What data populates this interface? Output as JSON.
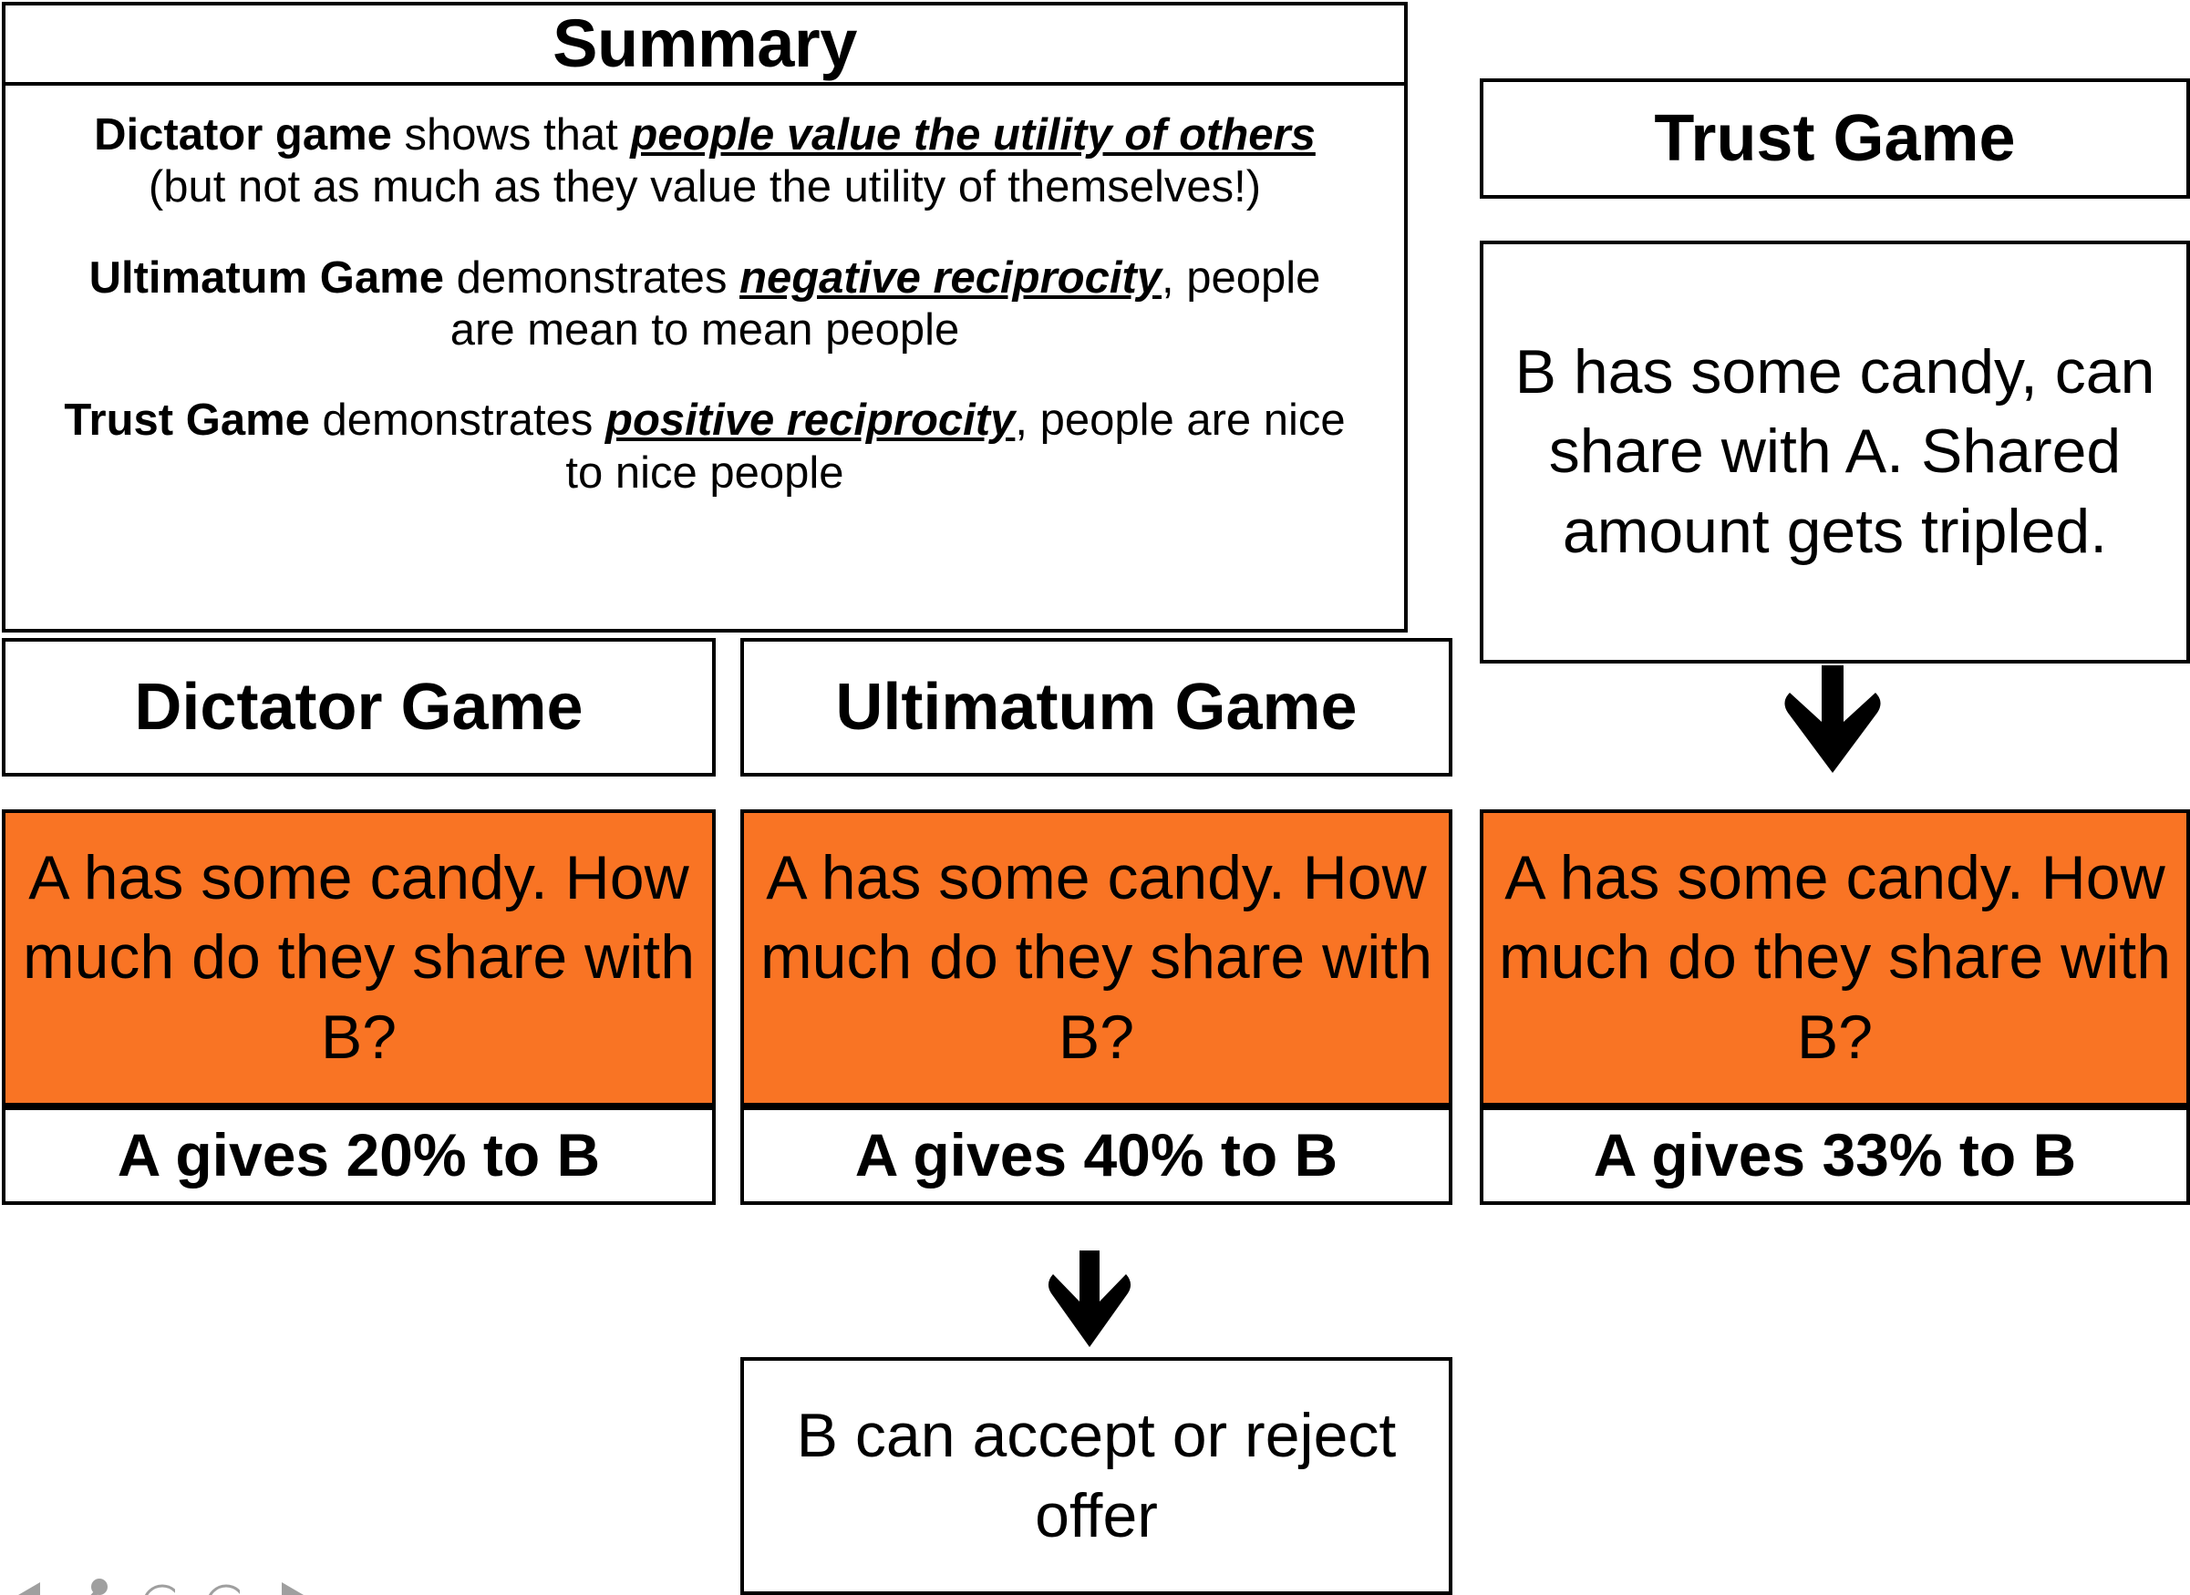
{
  "slide": {
    "background_color": "#FFFFFF",
    "accent_color": "#F97424",
    "border_color": "#000000"
  },
  "summary": {
    "title": "Summary",
    "paragraphs": [
      {
        "lead": "Dictator game",
        "mid": " shows that ",
        "emphasis": "people value the utility of others",
        "tail": "",
        "second_line": "(but not as much as they value the utility of themselves!)"
      },
      {
        "lead": "Ultimatum Game",
        "mid": " demonstrates ",
        "emphasis": "negative reciprocity",
        "tail": ", people",
        "second_line": "are mean to mean people"
      },
      {
        "lead": "Trust Game",
        "mid": " demonstrates ",
        "emphasis": "positive reciprocity",
        "tail": ", people are nice",
        "second_line": "to nice people"
      }
    ]
  },
  "columns": {
    "dictator": {
      "header": "Dictator Game",
      "prompt": "A has some candy. How much do they share with B?",
      "result": "A gives 20% to B"
    },
    "ultimatum": {
      "header": "Ultimatum Game",
      "prompt": "A has some candy. How much do they share with B?",
      "result": "A gives 40% to B",
      "outcome": "B can accept or reject offer"
    },
    "trust": {
      "header": "Trust Game",
      "description": "B has some candy, can share with A. Shared amount gets tripled.",
      "prompt": "A has some candy. How much do they share with B?",
      "result": "A gives 33% to B"
    }
  },
  "arrows": {
    "trust_down": "down-arrow",
    "ultimatum_down": "down-arrow"
  },
  "playback_controls": {
    "previous": "previous-slide",
    "pen": "pen-tool",
    "all_slides": "all-slides",
    "zoom": "zoom-tool",
    "next": "next-slide"
  }
}
